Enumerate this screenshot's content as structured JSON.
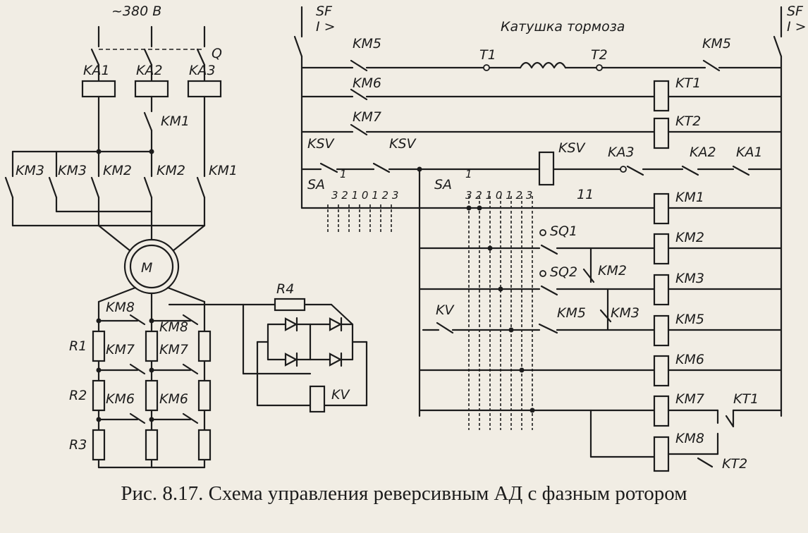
{
  "caption": "Рис. 8.17. Схема управления реверсивным АД с фазным ротором",
  "supply": "~380 В",
  "breaker_q": "Q",
  "breaker_sf_left": "SF",
  "breaker_sf_right": "SF",
  "breaker_sf_left_trip": "I >",
  "breaker_sf_right_trip": "I >",
  "brake_coil": "Катушка тормоза",
  "motor": "M",
  "resistors": {
    "r1": "R1",
    "r2": "R2",
    "r3": "R3",
    "r4": "R4"
  },
  "terminals": {
    "t1": "T1",
    "t2": "T2",
    "n11": "11"
  },
  "relays": {
    "ka1": "KA1",
    "ka2": "KA2",
    "ka3": "KA3",
    "km1": "KM1",
    "km2": "KM2",
    "km3": "KM3",
    "km5": "KM5",
    "km6": "KM6",
    "km7": "KM7",
    "km8": "KM8",
    "kt1": "KT1",
    "kt2": "KT2",
    "ksv": "KSV",
    "kv": "KV"
  },
  "switches": {
    "sa": "SA",
    "sq1": "SQ1",
    "sq2": "SQ2"
  },
  "sa_positions": "3 2 1 0 1 2 3",
  "sa_position_1": "1"
}
